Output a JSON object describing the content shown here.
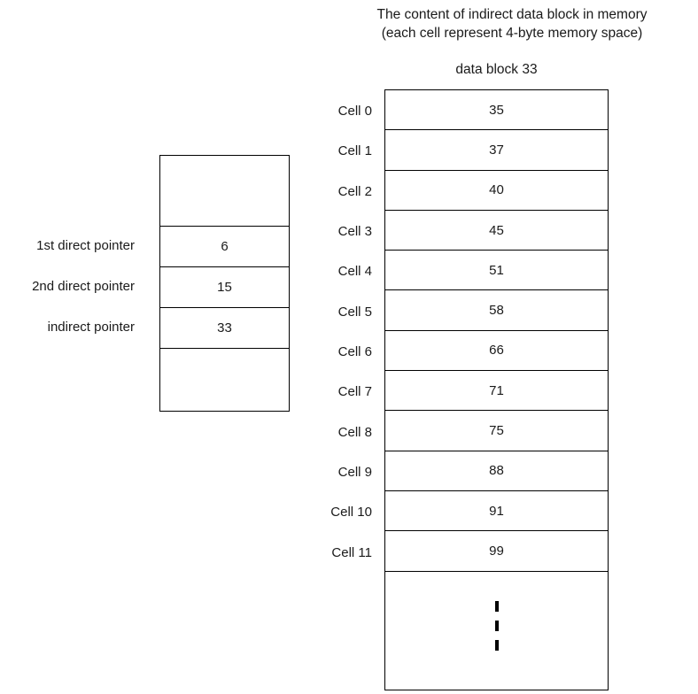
{
  "title": {
    "line1": "The content of indirect data block in memory",
    "line2": "(each cell represent 4-byte memory space)"
  },
  "data_block": {
    "caption": "data block 33",
    "ellipsis_symbol": "vertical-ellipsis"
  },
  "inode": {
    "rows": [
      {
        "label": "",
        "value": ""
      },
      {
        "label": "1st direct pointer",
        "value": "6"
      },
      {
        "label": "2nd direct pointer",
        "value": "15"
      },
      {
        "label": "indirect pointer",
        "value": "33"
      },
      {
        "label": "",
        "value": ""
      }
    ]
  },
  "cells": [
    {
      "label": "Cell 0",
      "value": "35"
    },
    {
      "label": "Cell 1",
      "value": "37"
    },
    {
      "label": "Cell 2",
      "value": "40"
    },
    {
      "label": "Cell 3",
      "value": "45"
    },
    {
      "label": "Cell 4",
      "value": "51"
    },
    {
      "label": "Cell 5",
      "value": "58"
    },
    {
      "label": "Cell 6",
      "value": "66"
    },
    {
      "label": "Cell 7",
      "value": "71"
    },
    {
      "label": "Cell 8",
      "value": "75"
    },
    {
      "label": "Cell 9",
      "value": "88"
    },
    {
      "label": "Cell 10",
      "value": "91"
    },
    {
      "label": "Cell 11",
      "value": "99"
    }
  ],
  "colors": {
    "background": "#ffffff",
    "line": "#000000",
    "text": "#1a1a1a"
  }
}
